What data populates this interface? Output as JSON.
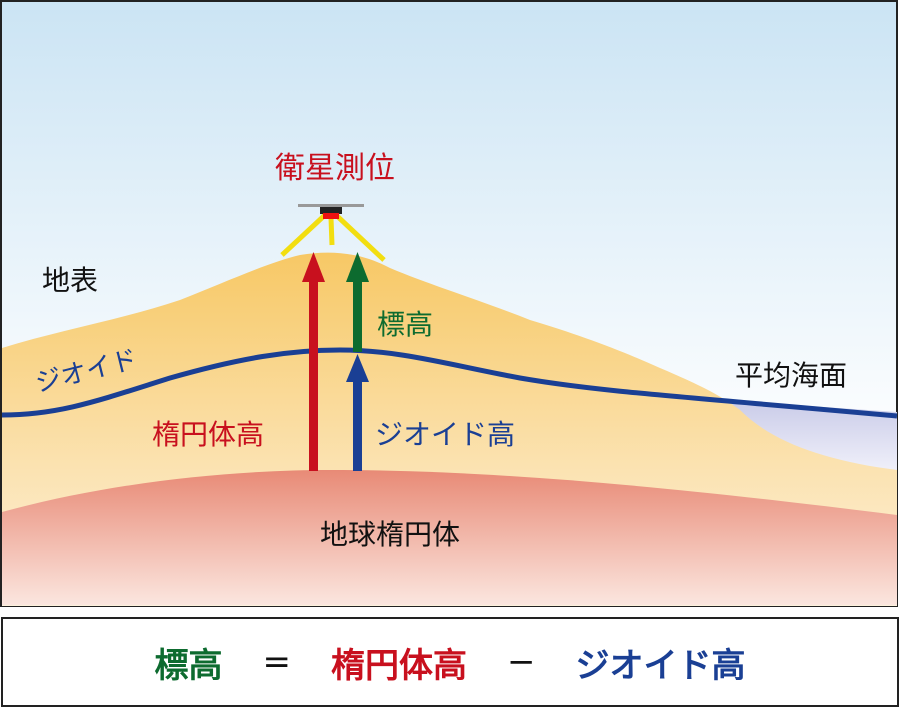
{
  "labels": {
    "satellite_positioning": "衛星測位",
    "ground_surface": "地表",
    "geoid": "ジオイド",
    "orthometric_height": "標高",
    "ellipsoidal_height": "楕円体高",
    "geoid_height": "ジオイド高",
    "mean_sea_level": "平均海面",
    "earth_ellipsoid": "地球楕円体"
  },
  "formula": {
    "lhs": "標高",
    "equals": "=",
    "term1": "楕円体高",
    "minus": "−",
    "term2": "ジオイド高"
  },
  "colors": {
    "red": "#c8101e",
    "green": "#0d6b2f",
    "blue": "#1a3f94"
  }
}
